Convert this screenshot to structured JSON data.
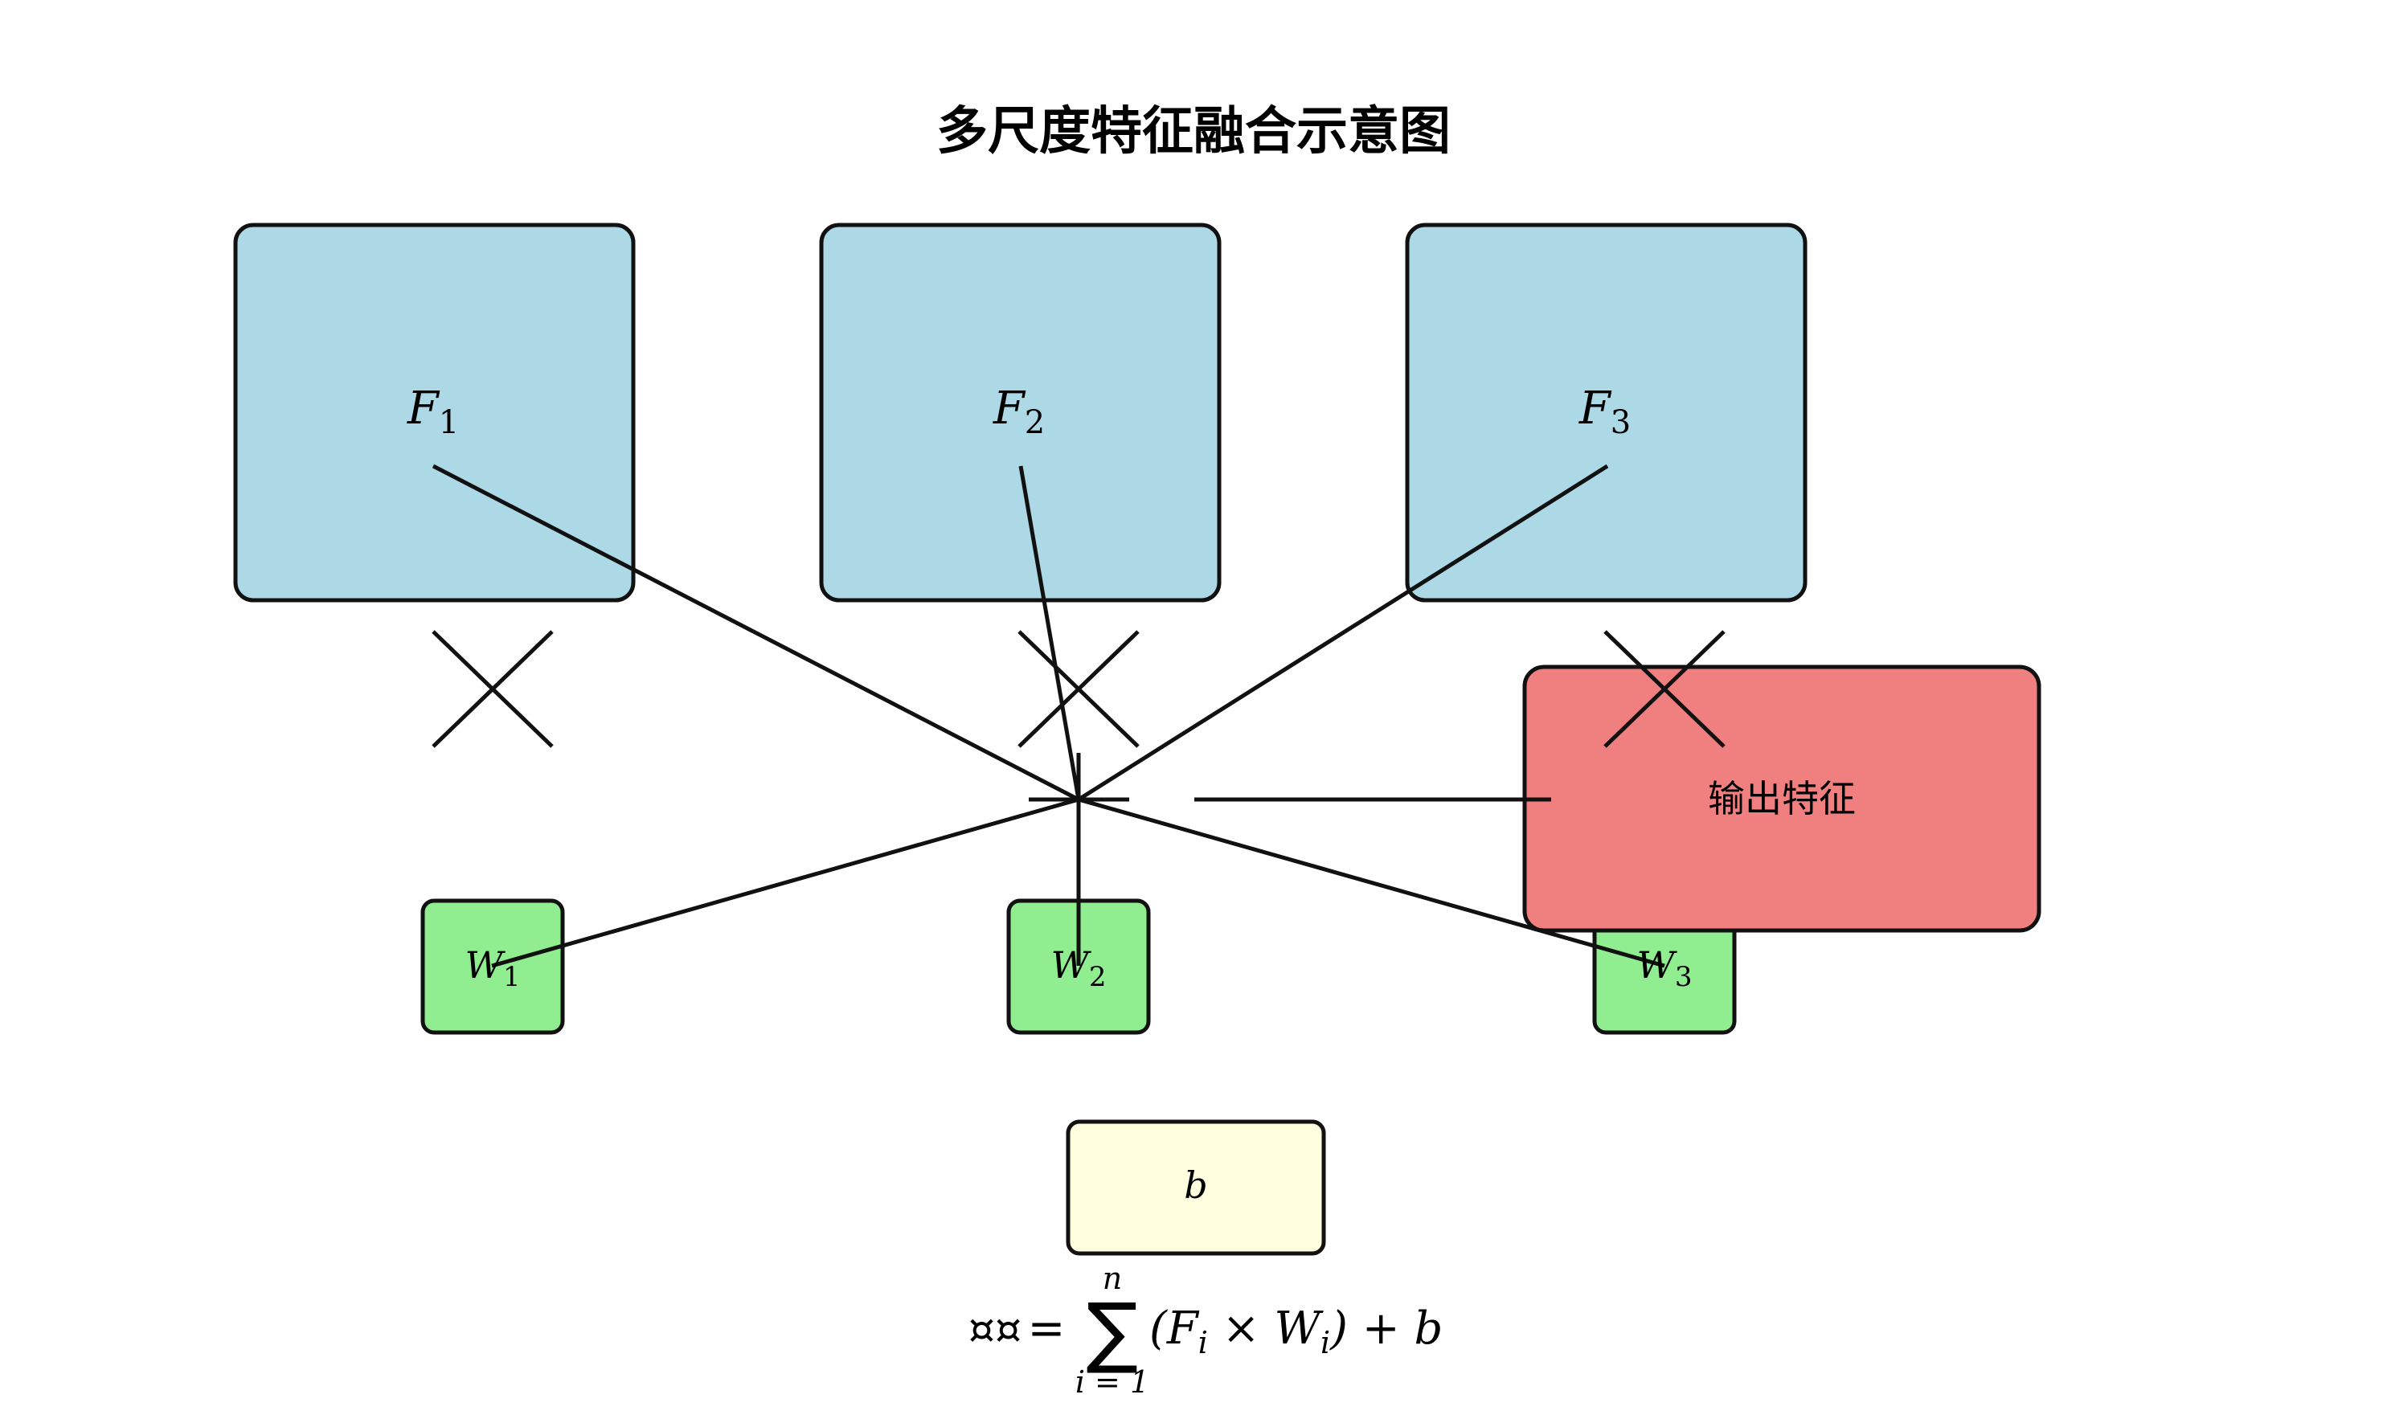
{
  "title": "多尺度特征融合示意图",
  "colors": {
    "feature_fill": "#add8e6",
    "weight_fill": "#90ee90",
    "output_fill": "#f08080",
    "bias_fill": "#ffffe0",
    "stroke": "#111111"
  },
  "features": [
    {
      "symbol": "F",
      "sub": "1"
    },
    {
      "symbol": "F",
      "sub": "2"
    },
    {
      "symbol": "F",
      "sub": "3"
    }
  ],
  "weights": [
    {
      "symbol": "W",
      "sub": "1"
    },
    {
      "symbol": "W",
      "sub": "2"
    },
    {
      "symbol": "W",
      "sub": "3"
    }
  ],
  "output_label": "输出特征",
  "bias_label": "b",
  "formula": {
    "lhs": "¤¤",
    "eq": "=",
    "sum_symbol": "∑",
    "upper": "n",
    "lower": "i = 1",
    "body": "(F",
    "body_sub1": "i",
    "body_mid": " × W",
    "body_sub2": "i",
    "body_tail": ") + b"
  }
}
